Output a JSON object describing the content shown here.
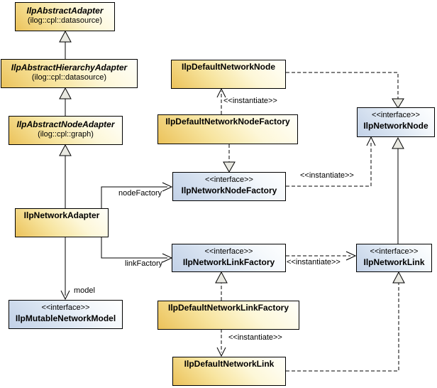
{
  "diagram_type": "uml-class-diagram",
  "colors": {
    "class_fill_gradient_start": "#ebc25a",
    "class_fill_gradient_end": "#fffffa",
    "interface_fill_gradient_start": "#c2d1e7",
    "interface_fill_gradient_end": "#feffff",
    "border": "#000000",
    "background": "#ffffff",
    "triangle_fill": "#e9e9e2"
  },
  "classes": [
    {
      "name": "IlpAbstractAdapter",
      "package": "(ilog::cpl::datasource)",
      "kind": "abstract-class"
    },
    {
      "name": "IlpAbstractHierarchyAdapter",
      "package": "(ilog::cpl::datasource)",
      "kind": "abstract-class"
    },
    {
      "name": "IlpAbstractNodeAdapter",
      "package": "(ilog::cpl::graph)",
      "kind": "abstract-class"
    },
    {
      "name": "IlpNetworkAdapter",
      "kind": "class"
    },
    {
      "name": "IlpMutableNetworkModel",
      "stereotype": "<<interface>>",
      "kind": "interface"
    },
    {
      "name": "IlpDefaultNetworkNode",
      "kind": "class"
    },
    {
      "name": "IlpDefaultNetworkNodeFactory",
      "kind": "class"
    },
    {
      "name": "IlpNetworkNodeFactory",
      "stereotype": "<<interface>>",
      "kind": "interface"
    },
    {
      "name": "IlpNetworkLinkFactory",
      "stereotype": "<<interface>>",
      "kind": "interface"
    },
    {
      "name": "IlpDefaultNetworkLinkFactory",
      "kind": "class"
    },
    {
      "name": "IlpDefaultNetworkLink",
      "kind": "class"
    },
    {
      "name": "IlpNetworkNode",
      "stereotype": "<<interface>>",
      "kind": "interface"
    },
    {
      "name": "IlpNetworkLink",
      "stereotype": "<<interface>>",
      "kind": "interface"
    }
  ],
  "edge_labels": {
    "node_factory": "nodeFactory",
    "link_factory": "linkFactory",
    "model": "model",
    "instantiate_default_node": "<<instantiate>>",
    "instantiate_network_node": "<<instantiate>>",
    "instantiate_network_link": "<<instantiate>>",
    "instantiate_default_link": "<<instantiate>>"
  },
  "relationships": [
    {
      "type": "generalization",
      "from": "IlpAbstractHierarchyAdapter",
      "to": "IlpAbstractAdapter"
    },
    {
      "type": "generalization",
      "from": "IlpAbstractNodeAdapter",
      "to": "IlpAbstractHierarchyAdapter"
    },
    {
      "type": "generalization",
      "from": "IlpNetworkAdapter",
      "to": "IlpAbstractNodeAdapter"
    },
    {
      "type": "generalization",
      "from": "IlpNetworkLink",
      "to": "IlpNetworkNode"
    },
    {
      "type": "realization",
      "from": "IlpDefaultNetworkNode",
      "to": "IlpNetworkNode"
    },
    {
      "type": "realization",
      "from": "IlpDefaultNetworkNodeFactory",
      "to": "IlpNetworkNodeFactory"
    },
    {
      "type": "realization",
      "from": "IlpDefaultNetworkLinkFactory",
      "to": "IlpNetworkLinkFactory"
    },
    {
      "type": "realization",
      "from": "IlpDefaultNetworkLink",
      "to": "IlpNetworkLink"
    },
    {
      "type": "dependency-instantiate",
      "from": "IlpDefaultNetworkNodeFactory",
      "to": "IlpDefaultNetworkNode"
    },
    {
      "type": "dependency-instantiate",
      "from": "IlpNetworkNodeFactory",
      "to": "IlpNetworkNode"
    },
    {
      "type": "dependency-instantiate",
      "from": "IlpNetworkLinkFactory",
      "to": "IlpNetworkLink"
    },
    {
      "type": "dependency-instantiate",
      "from": "IlpDefaultNetworkLinkFactory",
      "to": "IlpDefaultNetworkLink"
    },
    {
      "type": "association",
      "label": "nodeFactory",
      "from": "IlpNetworkAdapter",
      "to": "IlpNetworkNodeFactory"
    },
    {
      "type": "association",
      "label": "linkFactory",
      "from": "IlpNetworkAdapter",
      "to": "IlpNetworkLinkFactory"
    },
    {
      "type": "association",
      "label": "model",
      "from": "IlpNetworkAdapter",
      "to": "IlpMutableNetworkModel"
    }
  ]
}
